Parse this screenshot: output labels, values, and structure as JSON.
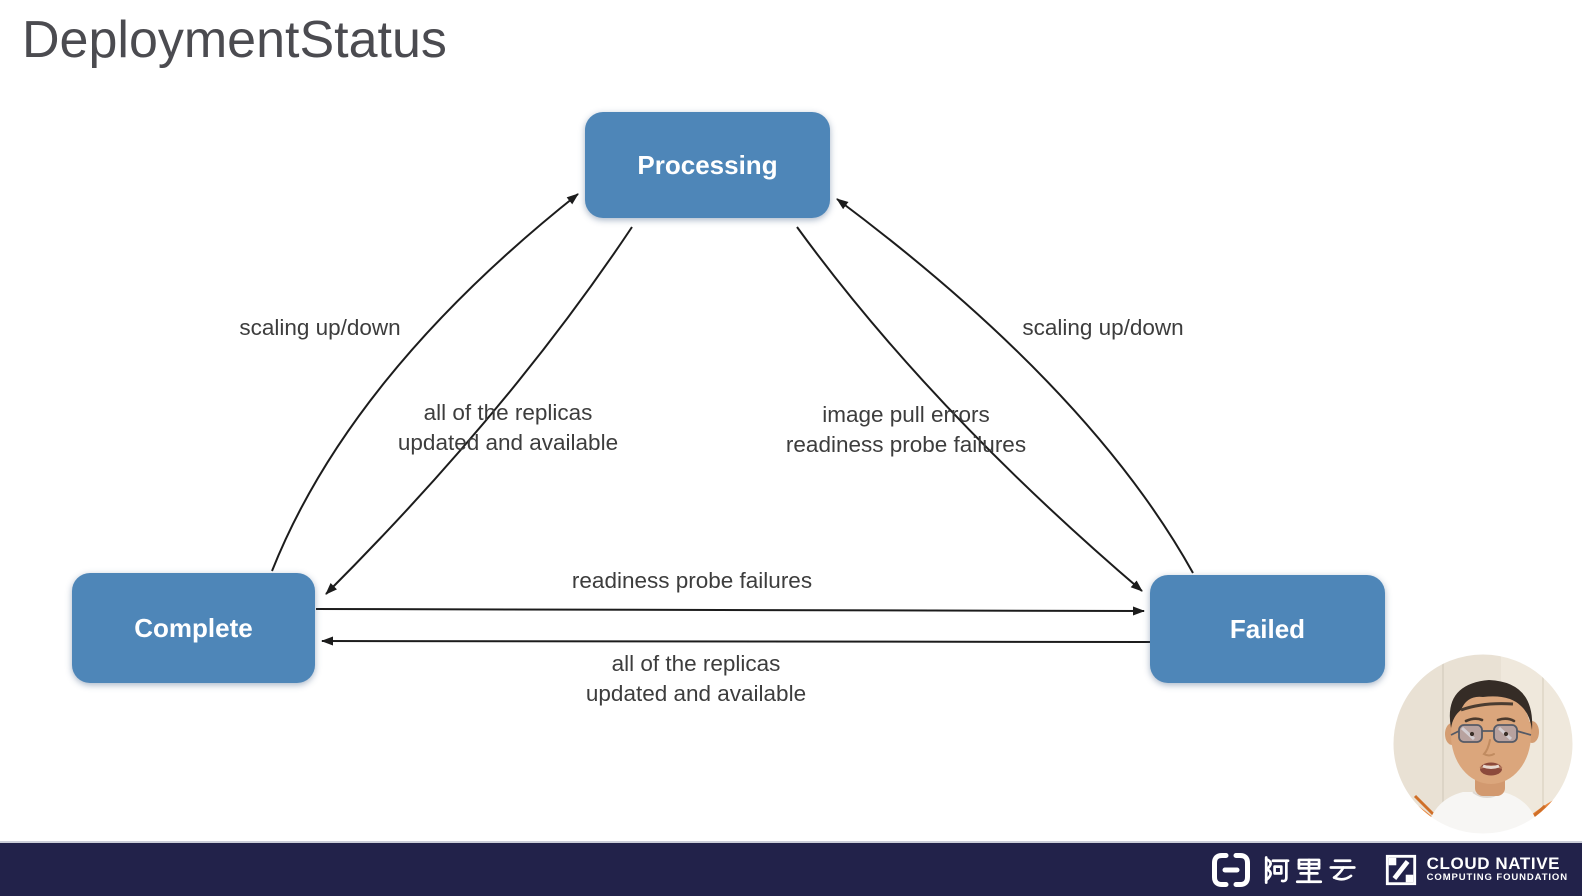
{
  "slide": {
    "title": "DeploymentStatus"
  },
  "diagram": {
    "nodes": {
      "processing": {
        "label": "Processing"
      },
      "complete": {
        "label": "Complete"
      },
      "failed": {
        "label": "Failed"
      }
    },
    "edges": {
      "complete_to_processing": {
        "label": "scaling up/down"
      },
      "processing_to_complete": {
        "label": "all of the replicas\nupdated and available"
      },
      "failed_to_processing": {
        "label": "scaling up/down"
      },
      "processing_to_failed": {
        "label": "image pull errors\nreadiness probe failures"
      },
      "complete_to_failed": {
        "label": "readiness probe failures"
      },
      "failed_to_complete": {
        "label": "all of the replicas\nupdated and available"
      }
    }
  },
  "footer": {
    "alibaba_logo_text": "阿里云",
    "alibaba_mark_icon": "alibaba-cloud-brackets",
    "cncf_mark_icon": "cncf-cube",
    "cncf_line1": "CLOUD NATIVE",
    "cncf_line2": "COMPUTING FOUNDATION"
  },
  "webcam": {
    "icon": "presenter-avatar"
  },
  "colors": {
    "node_fill": "#4e86b8",
    "node_text": "#ffffff",
    "arrow": "#1c1c1c",
    "label_text": "#3d3d3d",
    "title_text": "#4b4b50",
    "footer_bg": "#22224a",
    "footer_text": "#ffffff",
    "background": "#ffffff"
  }
}
